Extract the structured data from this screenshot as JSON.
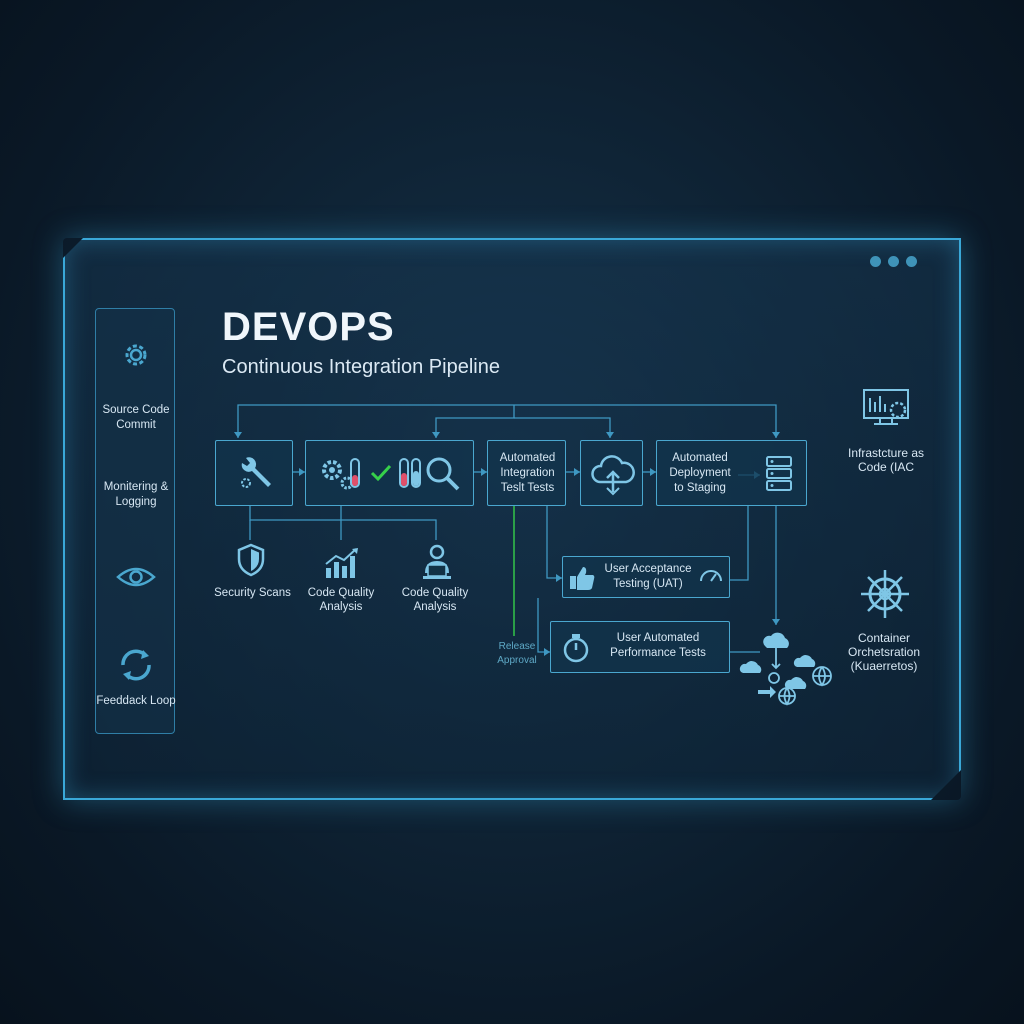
{
  "window": {
    "controls": [
      "dot-1",
      "dot-2",
      "dot-3"
    ]
  },
  "header": {
    "title": "DEVOPS",
    "subtitle": "Continuous Integration Pipeline"
  },
  "sidebar": {
    "items": [
      {
        "label": "Source Code\nCommit",
        "icon": "gear-icon"
      },
      {
        "label": "Monitering &\nLogging",
        "icon": "none"
      },
      {
        "label": "",
        "icon": "eye-icon"
      },
      {
        "label": "Feeddack Loop",
        "icon": "refresh-icon"
      }
    ]
  },
  "stages": {
    "integration": "Automated\nIntegration\nTeslt Tests",
    "deployment": "Automated\nDeployment\nto Staging",
    "uat": "User Acceptance\nTesting (UAT)",
    "performance": "User Automated\nPerformance Tests",
    "release": "Release\nApproval"
  },
  "checks": {
    "security": "Security Scans",
    "quality1": "Code Quality\nAnalysis",
    "quality2": "Code Quality\nAnalysis"
  },
  "right": {
    "iac": "Infrastcture as\nCode (IAC",
    "container": "Container\nOrchetsration\n(Kuaerretos)"
  },
  "colors": {
    "accent": "#4aa7cf",
    "check": "#36d04a",
    "bg": "#0f2436"
  }
}
